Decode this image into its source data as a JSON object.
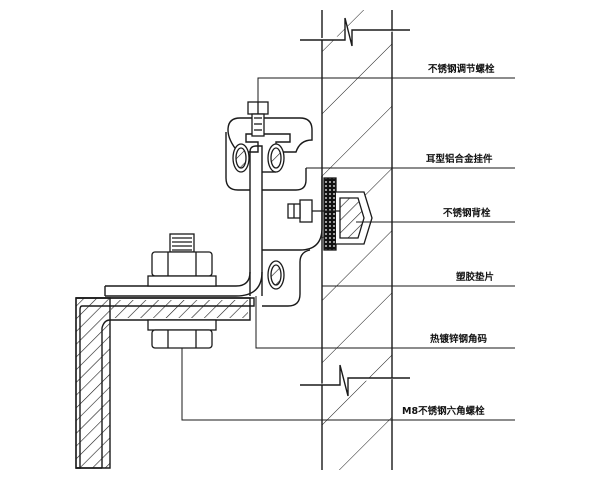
{
  "callouts": [
    {
      "id": "stainless-adjust-bolt",
      "label": "不锈钢调节螺栓"
    },
    {
      "id": "ear-aluminum-hanger",
      "label": "耳型铝合金挂件"
    },
    {
      "id": "stainless-back-bolt",
      "label": "不锈钢背栓"
    },
    {
      "id": "plastic-gasket",
      "label": "塑胶垫片"
    },
    {
      "id": "galvanized-angle-code",
      "label": "热镀锌钢角码"
    },
    {
      "id": "m8-hex-bolt",
      "label": "M8不锈钢六角螺栓"
    }
  ],
  "colors": {
    "line": "#1a1a1a",
    "hatch": "#1a1a1a",
    "background": "#ffffff"
  }
}
